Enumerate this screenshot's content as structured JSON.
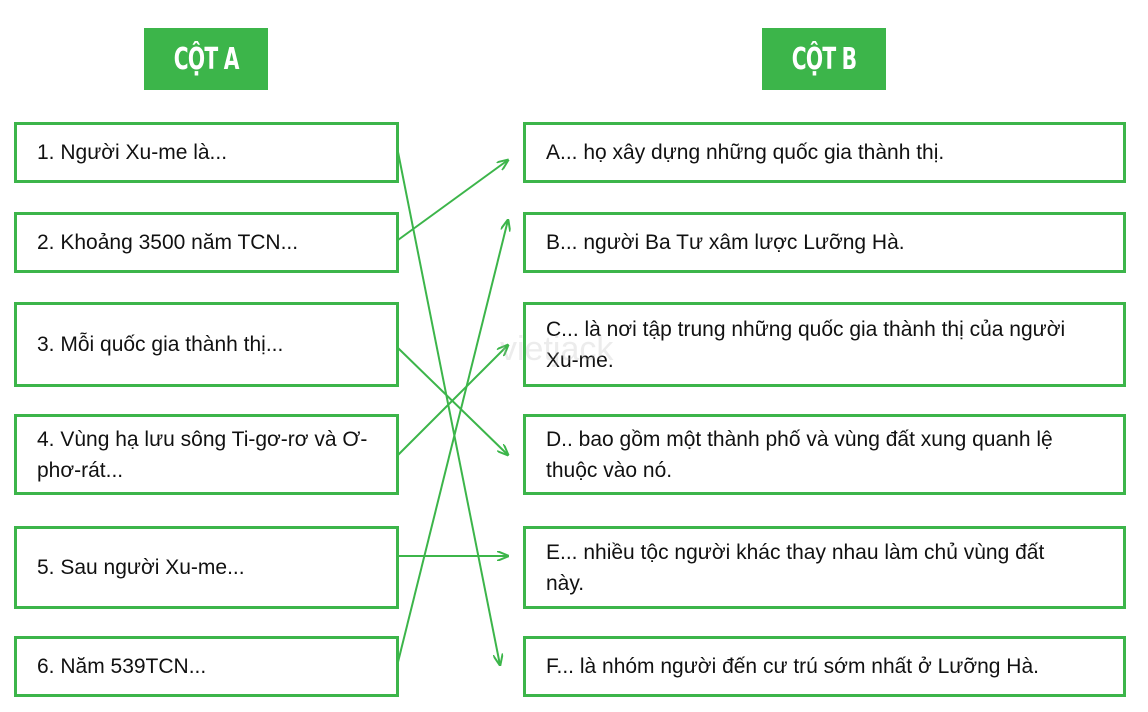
{
  "headers": {
    "a": "CỘT A",
    "b": "CỘT B"
  },
  "column_a": [
    {
      "id": "1",
      "text": "1. Người Xu-me là..."
    },
    {
      "id": "2",
      "text": "2. Khoảng 3500 năm TCN..."
    },
    {
      "id": "3",
      "text": "3. Mỗi quốc gia thành thị..."
    },
    {
      "id": "4",
      "text": "4. Vùng hạ lưu sông Ti-gơ-rơ và Ơ-phơ-rát..."
    },
    {
      "id": "5",
      "text": "5. Sau người Xu-me..."
    },
    {
      "id": "6",
      "text": "6. Năm 539TCN..."
    }
  ],
  "column_b": [
    {
      "id": "A",
      "text": "A... họ xây dựng những quốc gia thành thị."
    },
    {
      "id": "B",
      "text": "B... người Ba Tư xâm lược Lưỡng Hà."
    },
    {
      "id": "C",
      "text": "C... là nơi tập trung những quốc gia thành thị của người Xu-me."
    },
    {
      "id": "D",
      "text": "D.. bao gồm một thành phố và vùng đất xung quanh lệ thuộc vào nó."
    },
    {
      "id": "E",
      "text": "E... nhiều tộc người khác thay nhau làm chủ vùng đất này."
    },
    {
      "id": "F",
      "text": "F... là nhóm người đến cư trú sớm nhất ở Lưỡng Hà."
    }
  ],
  "matches": [
    [
      "1",
      "F"
    ],
    [
      "2",
      "A"
    ],
    [
      "3",
      "D"
    ],
    [
      "4",
      "C"
    ],
    [
      "5",
      "E"
    ],
    [
      "6",
      "B"
    ]
  ],
  "watermark": "vietjack",
  "colors": {
    "accent": "#3cb54a"
  }
}
